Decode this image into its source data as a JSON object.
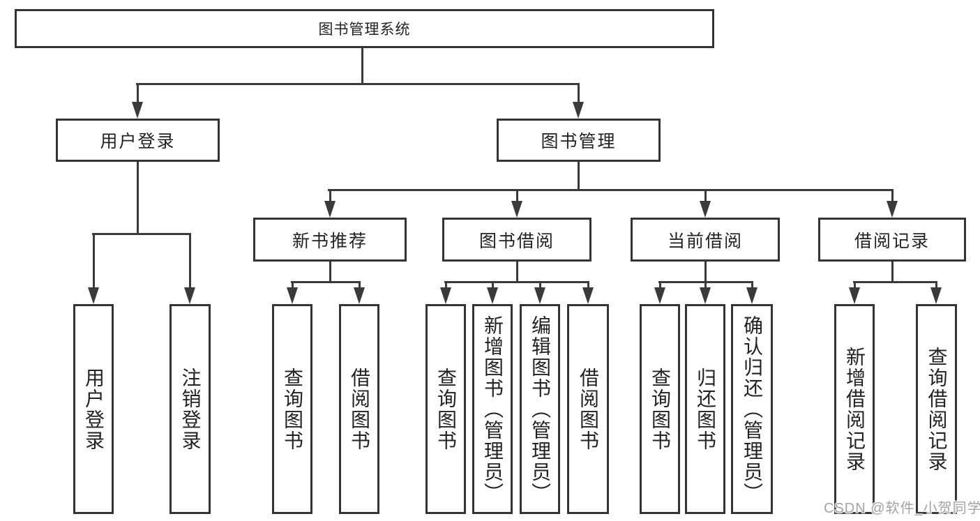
{
  "diagram": {
    "root": {
      "label": "图书管理系统"
    },
    "level2": [
      {
        "label": "用户登录"
      },
      {
        "label": "图书管理"
      }
    ],
    "level3": [
      {
        "label": "新书推荐"
      },
      {
        "label": "图书借阅"
      },
      {
        "label": "当前借阅"
      },
      {
        "label": "借阅记录"
      }
    ],
    "leaves": [
      {
        "label": "用户登录"
      },
      {
        "label": "注销登录"
      },
      {
        "label": "查询图书"
      },
      {
        "label": "借阅图书"
      },
      {
        "label": "查询图书"
      },
      {
        "label": "新增图书（管理员）"
      },
      {
        "label": "编辑图书（管理员）"
      },
      {
        "label": "借阅图书"
      },
      {
        "label": "查询图书"
      },
      {
        "label": "归还图书"
      },
      {
        "label": "确认归还（管理员）"
      },
      {
        "label": "新增借阅记录"
      },
      {
        "label": "查询借阅记录"
      }
    ],
    "colors": {
      "line": "#3a3a3a",
      "box_border": "#343434",
      "text": "#222222",
      "background": "#ffffff",
      "watermark": "#a3a3a3"
    }
  },
  "watermark": {
    "text": "CSDN @软件_小贺同学"
  }
}
